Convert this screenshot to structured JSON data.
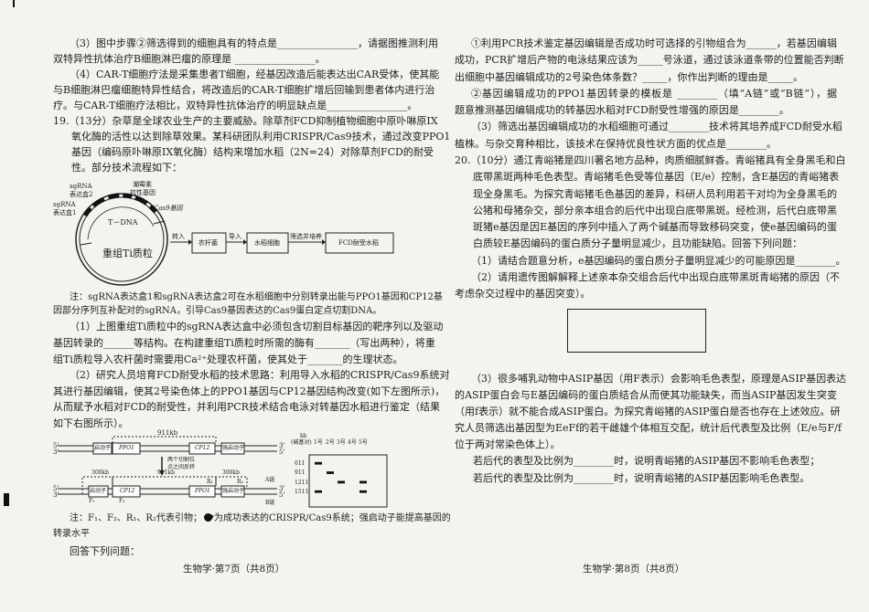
{
  "left_page": {
    "lines": [
      "（3）图中步骤②筛选得到的细胞具有的特点是________________，请据图推测利用",
      "双特异性抗体治疗B细胞淋巴瘤的原理是 ________________。",
      "（4）CAR-T细胞疗法是采集患者T细胞，经基因改造后能表达出CAR受体，使其能",
      "与B细胞淋巴瘤细胞特异性结合，将改造后的CAR-T细胞扩增后回输到患者体内进行治",
      "疗。与CAR-T细胞疗法相比，双特异性抗体治疗的明显缺点是________________。",
      "19.（13分）杂草是全球农业生产的主要威胁。除草剂FCD抑制植物细胞中原卟啉原IX",
      "氧化酶的活性以达到除草效果。某科研团队利用CRISPR/Cas9技术，通过改变PPO1",
      "基因（编码原卟啉原IX氧化酶）结构来增加水稻（2N=24）对除草剂FCD的耐受",
      "性。部分技术流程如下：",
      "注：sgRNA表达盒1和sgRNA表达盒2可在水稻细胞中分别转录出能与PPO1基因和CP12基",
      "因部分序列互补配对的sgRNA，引导Cas9基因表达的Cas9蛋白定点切割DNA。",
      "（1）上图重组Ti质粒中的sgRNA表达盒中必须包含切割目标基因的靶序列以及驱动",
      "基因转录的______等结构。在构建重组Ti质粒时所需的酶有_______（写出两种），将重",
      "组Ti质粒导入农杆菌时需要用Ca²⁺处理农杆菌，使其处于_______的生理状态。",
      "（2）研究人员培育FCD耐受水稻的技术思路：利用导入水稻的CRISPR/Cas9系统对",
      "其进行基因编辑，使其2号染色体上的PPO1基因与CP12基因结构改变(如下左图所示)，",
      "从而赋予水稻对FCD的耐受性，并利用PCR技术结合电泳对转基因水稻进行鉴定（结果",
      "如下右图所示）。"
    ],
    "note2_part1": "注：F₁、F₂、R₁、R₂代表引物；",
    "note2_part2": "为成功表达的CRISPR/Cas9系统；强启动子能提高基因的",
    "note2_line2": "转录水平",
    "answer_prompt": "回答下列问题：",
    "footer": "生物学·第7页（共8页）",
    "plasmid_figure": {
      "sgrna1": "sgRNA",
      "sgrna1b": "表达盒1",
      "sgrna2": "sgRNA",
      "sgrna2b": "表达盒2",
      "hyg": "潮霉素",
      "hygb": "抗性基因",
      "cas9": "Cas9基因",
      "tdna": "T－DNA",
      "plasmid": "重组Ti质粒",
      "step1": "转入",
      "box1": "农杆菌",
      "step2": "导入",
      "box2": "水稻细胞",
      "step3": "筛选并培养",
      "box3": "FCD耐受水稻"
    },
    "gene_figure": {
      "top_span": "911kb",
      "promoter": "启动子",
      "ppo1": "PPO1",
      "cp12": "CP12",
      "strong_promoter": "强启动子",
      "inversion_note1": "两个切割位",
      "inversion_note2": "点之间反转",
      "span_left": "300kb",
      "span_mid": "911kb",
      "span_right": "300kb",
      "r1": "R₁",
      "r2": "R₂",
      "f1": "F₁",
      "f2": "F₂",
      "a_strand": "A链",
      "b_strand": "B链",
      "five": "5'",
      "three": "3'"
    },
    "gel_figure": {
      "unit": "kb",
      "unit_sub": "(碱基对)",
      "lanes": [
        "1号",
        "2号",
        "3号",
        "4号",
        "5号"
      ],
      "markers": [
        "611",
        "911",
        "1211",
        "1511"
      ],
      "bands": [
        {
          "lane": "1号",
          "size": 611
        },
        {
          "lane": "1号",
          "size": 1511
        },
        {
          "lane": "2号",
          "size": 911
        },
        {
          "lane": "3号",
          "size": 1211
        },
        {
          "lane": "5号",
          "size": 1211
        },
        {
          "lane": "5号",
          "size": 1511
        }
      ]
    }
  },
  "right_page": {
    "lines": [
      "①利用PCR技术鉴定基因编辑是否成功时可选择的引物组合为______，若基因编辑",
      "成功，PCR扩增后产物的电泳结果应该为_____号泳道，通过该泳道条带的位置能否判断",
      "出细胞中基因编辑成功的2号染色体条数？_____，你作出判断的理由是_____。",
      "②基因编辑成功的PPO1基因转录的模板是 ________（填“A链”或“B链”），据",
      "题意推测基因编辑成功的转基因水稻对FCD耐受性增强的原因是________。",
      "（3）筛选出基因编辑成功的水稻细胞可通过________技术将其培养成FCD耐受水稻",
      "植株。与杂交育种相比，该技术在保持优良性状方面的优点是________。",
      "20.（10分）通江青峪猪是四川著名地方品种，肉质细腻鲜香。青峪猪具有全身黑毛和白",
      "底带黑斑两种毛色表型。青峪猪毛色受等位基因（E/e）控制，含E基因的青峪猪表",
      "现全身黑毛。为探究青峪猪毛色基因的差异，科研人员利用若干对均为全身黑毛的",
      "公猪和母猪杂交，部分亲本组合的后代中出现白底带黑斑。经检测，后代白底带黑",
      "斑猪e基因是因E基因的序列中插入了两个碱基而导致移码突变，使e基因编码的蛋",
      "白质较E基因编码的蛋白质分子量明显减少，且功能缺陷。回答下列问题：",
      "（1）请结合题意分析，e基因编码的蛋白质分子量明显减少的可能原因是________。",
      "（2）请用遗传图解解释上述亲本杂交组合后代中出现白底带黑斑青峪猪的原因（不",
      "考虑杂交过程中的基因突变）。",
      "（3）很多哺乳动物中ASIP基因（用F表示）会影响毛色表型，原理是ASIP基因表达",
      "的ASIP蛋白会与E基因编码的蛋白质结合从而使其功能缺失，而当ASIP基因发生突变",
      "（用f表示）就不能合成ASIP蛋白。为探究青峪猪的ASIP蛋白是否也存在上述效应。研",
      "究人员筛选出基因型为EeFf的若干雌雄个体相互交配，统计后代表型及比例（E/e与F/f",
      "位于两对常染色体上）。",
      "若后代的表型及比例为________时，说明青峪猪的ASIP基因不影响毛色表型；",
      "若后代的表型及比例为________时，说明青峪猪的ASIP基因影响毛色表型。"
    ],
    "footer": "生物学·第8页（共8页）"
  }
}
